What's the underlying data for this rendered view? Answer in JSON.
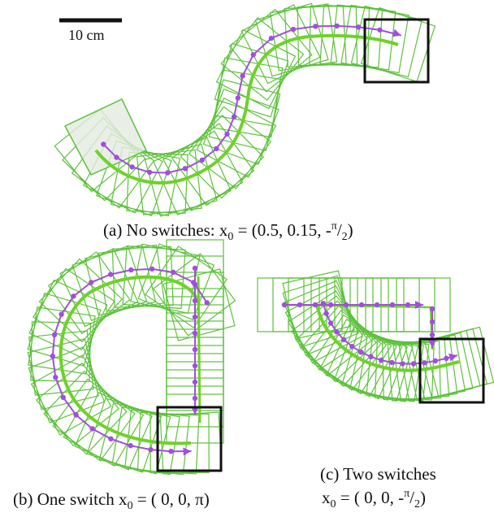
{
  "scale_bar": {
    "label": "10 cm"
  },
  "panels": {
    "a": {
      "caption_prefix": "(a) No switches:  x",
      "caption_sub": "0",
      "caption_value": " = (0.5, 0.15, -",
      "caption_pi": "π",
      "caption_slash": "/",
      "caption_two": "2",
      "caption_close": ")"
    },
    "b": {
      "caption_prefix": "(b) One switch  x",
      "caption_sub": "0",
      "caption_value": " = ( 0, 0, π)"
    },
    "c": {
      "caption_line1": "(c) Two switches",
      "caption_prefix": "x",
      "caption_sub": "0",
      "caption_value": " = ( 0, 0, -",
      "caption_pi": "π",
      "caption_slash": "/",
      "caption_two": "2",
      "caption_close": ")"
    }
  },
  "colors": {
    "box_outline": "#5cc23a",
    "path": "#6fd12b",
    "arrows": "#a24de0",
    "goal": "#111111",
    "start_fill": "#e3ebe0"
  }
}
